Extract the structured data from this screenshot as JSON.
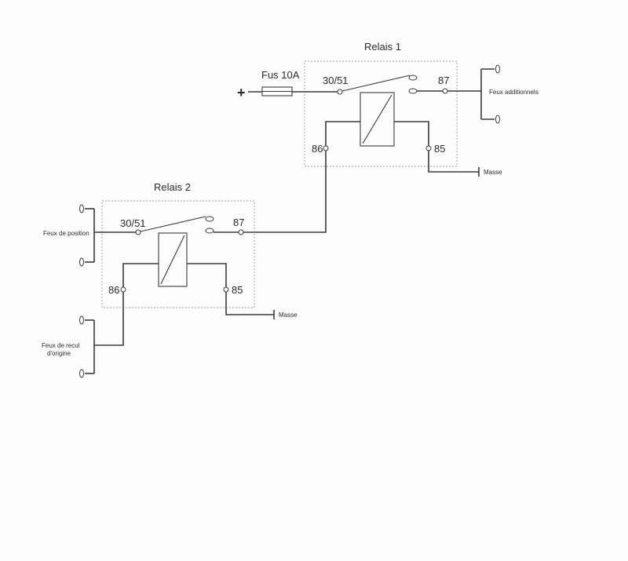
{
  "relay1": {
    "title": "Relais 1",
    "fuse": "Fus 10A",
    "plus": "+",
    "pin_30_51": "30/51",
    "pin_87": "87",
    "pin_86": "86",
    "pin_85": "85",
    "ground": "Masse",
    "output": "Feux additionnels"
  },
  "relay2": {
    "title": "Relais 2",
    "pin_30_51": "30/51",
    "pin_87": "87",
    "pin_86": "86",
    "pin_85": "85",
    "ground": "Masse",
    "input_position": "Feux de position",
    "input_reverse_line1": "Feux de recul",
    "input_reverse_line2": "d'origine"
  }
}
